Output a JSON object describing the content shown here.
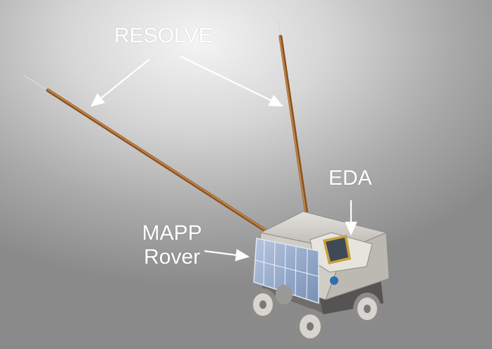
{
  "labels": {
    "resolve": "RESOLVE",
    "eda": "EDA",
    "mapp_line1": "MAPP",
    "mapp_line2": "Rover"
  },
  "colors": {
    "label_text": "#ffffff",
    "arrow": "#ffffff",
    "antenna": "#a0622a",
    "solar_panel": "#8aa3c7",
    "rover_body": "#c9c7c2"
  }
}
